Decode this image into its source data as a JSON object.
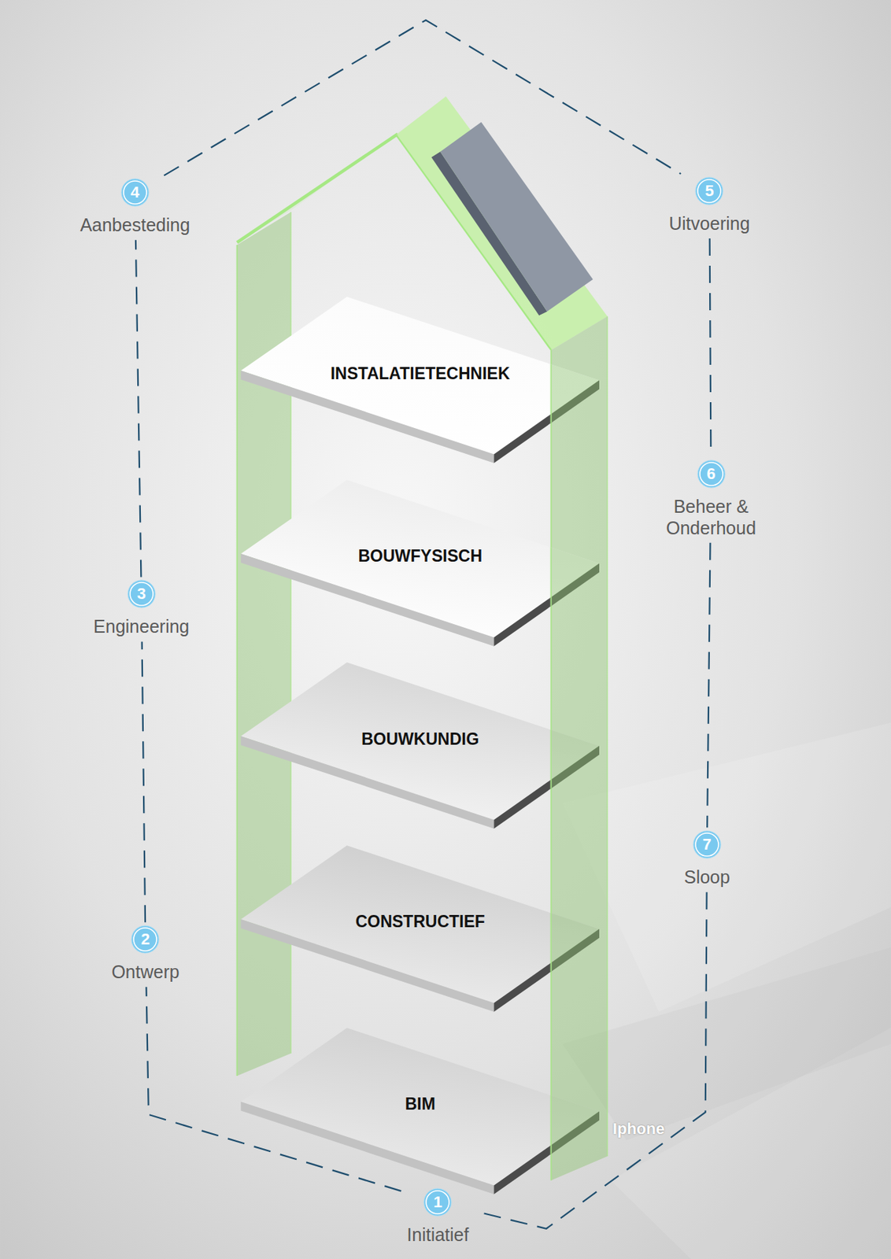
{
  "diagram": {
    "nodes": [
      {
        "text": [
          "1",
          "Initiatief"
        ]
      },
      {
        "text": [
          "2",
          "Ontwerp"
        ]
      },
      {
        "text": [
          "3",
          "Engineering"
        ]
      },
      {
        "text": [
          "4",
          "Aanbesteding"
        ]
      },
      {
        "text": [
          "5",
          "Uitvoering"
        ]
      },
      {
        "text": [
          "6",
          "Beheer & Onderhoud"
        ]
      },
      {
        "text": [
          "7",
          "Sloop"
        ]
      },
      {
        "text": [
          "INSTALATIETECHNIEK"
        ]
      },
      {
        "text": [
          "BOUWFYSISCH"
        ]
      },
      {
        "text": [
          "BOUWKUNDIG"
        ]
      },
      {
        "text": [
          "CONSTRUCTIEF"
        ]
      },
      {
        "text": [
          "BIM"
        ]
      }
    ],
    "edges": [
      {
        "from": 0,
        "to": 1,
        "arrow": "none"
      },
      {
        "from": 1,
        "to": 2,
        "arrow": "none"
      },
      {
        "from": 2,
        "to": 3,
        "arrow": "none"
      },
      {
        "from": 3,
        "to": 4,
        "arrow": "none"
      },
      {
        "from": 4,
        "to": 5,
        "arrow": "none"
      },
      {
        "from": 5,
        "to": 6,
        "arrow": "none"
      },
      {
        "from": 6,
        "to": 0,
        "arrow": "none"
      }
    ],
    "labels": [
      "Iphone"
    ]
  }
}
